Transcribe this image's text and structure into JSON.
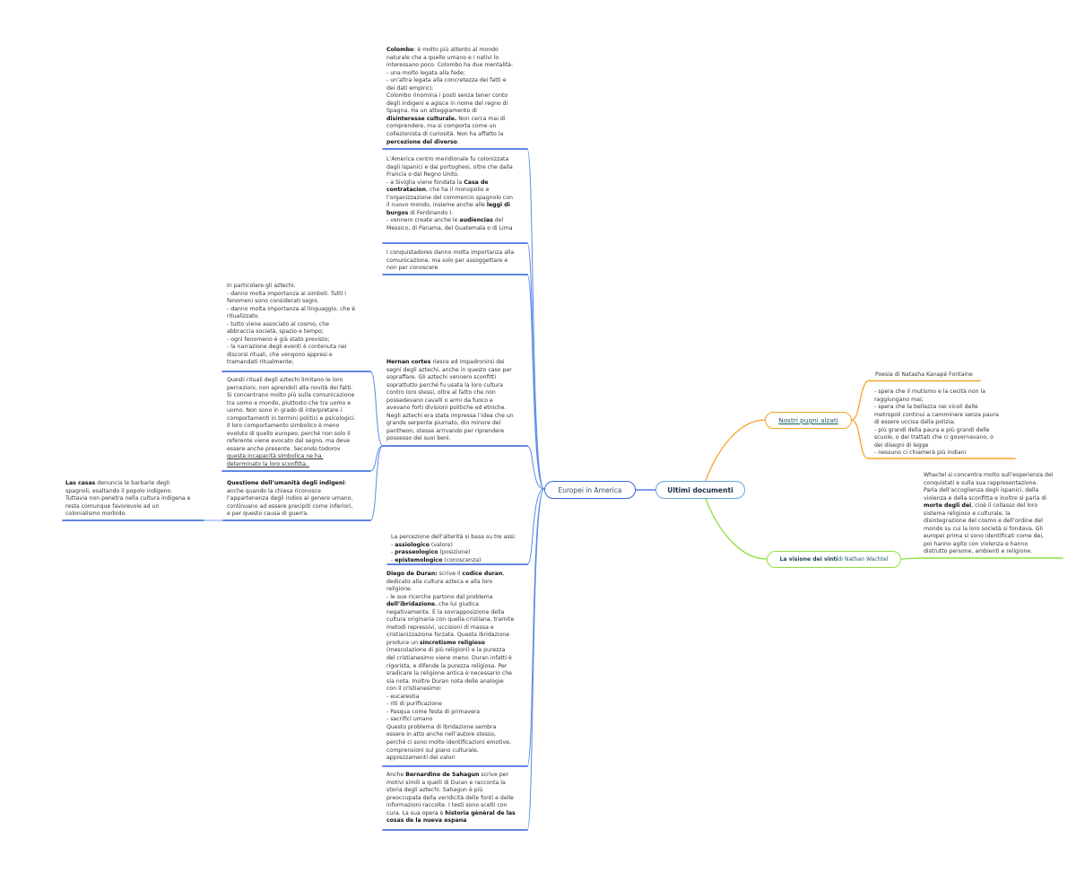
{
  "central_topic": {
    "label": "Ultimi documenti",
    "border_color": "#6aa3dc"
  },
  "branches": {
    "europei": {
      "label": "Europei in America",
      "color": "#3868d8",
      "notes": {
        "colombo": [
          [
            {
              "t": "Colombo",
              "b": 1
            },
            ": è molto più attento al mondo"
          ],
          [
            "naturale che a quello umano e i nativi lo"
          ],
          [
            "interessano poco. Colombo ha due mentalità:"
          ],
          [
            "- una molto legata alla fede;"
          ],
          [
            "- un’altra legata alla concretezza dei fatti e"
          ],
          [
            "dei dati empirici;"
          ],
          [
            "Colombo rinomina i posti senza tener conto"
          ],
          [
            "degli indigeni e agisce in nome del regno di"
          ],
          [
            "Spagna. Ha un atteggiamento di"
          ],
          [
            {
              "t": "disinteresse culturale.",
              "b": 1
            },
            " Non cerca mai di"
          ],
          [
            "comprendere, ma si comporta come un"
          ],
          [
            "collezionista di curiosità. Non ha affatto la"
          ],
          [
            {
              "t": "percezione del diverso",
              "b": 1
            },
            "."
          ]
        ],
        "america": [
          [
            "L’America centro meridionale fu colonizzata"
          ],
          [
            "dagli ispanici e dai portoghesi, oltre che dalla"
          ],
          [
            "Francia o dal Regno Unito."
          ],
          [
            "- a Siviglia viene fondata la ",
            {
              "t": "Casa de",
              "b": 1
            }
          ],
          [
            {
              "t": "contratacion",
              "b": 1
            },
            ", che ha il monopolio e"
          ],
          [
            "l’organizzazione del commercio spagnolo con"
          ],
          [
            "il nuovo mondo, insieme anche alle ",
            {
              "t": "leggi di",
              "b": 1
            }
          ],
          [
            {
              "t": "burgos",
              "b": 1
            },
            " di Ferdinando I."
          ],
          [
            "- vennero create anche le ",
            {
              "t": "audiencias",
              "b": 1
            },
            " del"
          ],
          [
            "Messico, di Panama, del Guatemala o di Lima"
          ]
        ],
        "conquistadores": [
          [
            "I conquistadores danno molta importanza alla"
          ],
          [
            "comunicazione, ma solo per assoggettare e"
          ],
          [
            "non per conoscere"
          ]
        ],
        "hernan": [
          [
            {
              "t": "Hernan cortes",
              "b": 1
            },
            " riesce ad impadronirsi dei"
          ],
          [
            "segni degli aztechi, anche in questo caso per"
          ],
          [
            "sopraffare. Gli aztechi vennero sconfitti"
          ],
          [
            "soprattutto perché fu usata la loro cultura"
          ],
          [
            "contro loro stessi, oltre al fatto che non"
          ],
          [
            "possedevano cavalli o armi da fuoco e"
          ],
          [
            "avevano forti divisioni politiche ed etniche."
          ],
          [
            "Negli aztechi era stata impressa l’idea che un"
          ],
          [
            "grande serpente piumato, dio minore del"
          ],
          [
            "pantheon, stesse arrivando per riprendere"
          ],
          [
            "possesso dei suoi beni."
          ]
        ],
        "particolare": [
          [
            "In particolare gli aztechi:"
          ],
          [
            "- danno molta importanza ai simboli. Tutti i"
          ],
          [
            "fenomeni sono considerati segni."
          ],
          [
            "- danno molta importanza al linguaggio, che è"
          ],
          [
            "ritualizzato."
          ],
          [
            "- tutto viene associato al cosmo, che"
          ],
          [
            "abbraccia società, spazio e tempo;"
          ],
          [
            "- ogni fenomeno è già stato previsto;"
          ],
          [
            "- la narrazione degli eventi è contenuta nei"
          ],
          [
            "discorsi rituali, che vengono appresi e"
          ],
          [
            "tramandati ritualmente;"
          ]
        ],
        "rituali": [
          [
            "Questi rituali degli aztechi limitano le loro"
          ],
          [
            "percezioni, non aprendoli alla novità dei fatti."
          ],
          [
            "Si concentrano molto più sulla comunicazione"
          ],
          [
            "tra uomo e mondo, piuttosto che tra uomo e"
          ],
          [
            "uomo. Non sono in grado di interpretare i"
          ],
          [
            "comportamenti in termini politici e psicologici."
          ],
          [
            "Il loro comportamento simbolico è meno"
          ],
          [
            "evoluto di quello europeo, perché non solo il"
          ],
          [
            "referente viene evocato dal segno, ma deve"
          ],
          [
            "essere anche presente. Secondo todorov"
          ],
          [
            {
              "t": "questa incapacità simbolica ne ha ",
              "u": 1
            }
          ],
          [
            {
              "t": "determinato la loro sconfitta. ",
              "u": 1
            }
          ]
        ],
        "questione": [
          [
            {
              "t": "Questione dell’umanità degli indigeni",
              "b": 1
            },
            ":"
          ],
          [
            "anche quando la chiesa riconosce"
          ],
          [
            "l’appartenenza degli indios al genere umano,"
          ],
          [
            "continuano ad essere precipiti come inferiori,"
          ],
          [
            "e per questo causa di guerra."
          ]
        ],
        "lascasas": [
          [
            {
              "t": "Las casas",
              "b": 1
            },
            " denuncia le barbarie degli"
          ],
          [
            "spagnoli, esaltando il popolo indigeno."
          ],
          [
            "Tuttavia non penetra nella cultura indigena e"
          ],
          [
            "resta comunque favorevole ad un"
          ],
          [
            "colonialismo morbido."
          ]
        ],
        "percezione": [
          [
            "La percezione dell’alterità si basa su tre assi:"
          ],
          [
            "- ",
            {
              "t": "assiologico",
              "b": 1
            },
            " (valore)"
          ],
          [
            "- ",
            {
              "t": "prasseologico",
              "b": 1
            },
            " (posizione)"
          ],
          [
            "- ",
            {
              "t": "epistemologico",
              "b": 1
            },
            " (conoscenza)"
          ]
        ],
        "duran": [
          [
            {
              "t": "Diego de Duran:",
              "b": 1
            },
            " scrive il ",
            {
              "t": "codice duran",
              "b": 1
            },
            ","
          ],
          [
            "dedicato alla cultura azteca e alla loro"
          ],
          [
            "religione."
          ],
          [
            "- le sue ricerche partono dal problema"
          ],
          [
            {
              "t": "dell’ibridazione",
              "b": 1
            },
            ", che lui giudica"
          ],
          [
            "negativamente. È la sovrapposizione della"
          ],
          [
            "cultura originaria con quella cristiana, tramite"
          ],
          [
            "metodi repressivi, uccisioni di massa e"
          ],
          [
            "cristianizzazione forzata. Questa ibridazione"
          ],
          [
            "produce un ",
            {
              "t": "sincretismo religioso",
              "b": 1
            }
          ],
          [
            "(mescolazione di più religioni) e la purezza"
          ],
          [
            "del cristianesimo viene meno. Duran infatti è"
          ],
          [
            "rigorista, e difende la purezza religiosa. Per"
          ],
          [
            "sradicare la religione antica è necessario che"
          ],
          [
            "sia nota. Inoltre Duran nota delle analogie"
          ],
          [
            "con il cristianesimo:"
          ],
          [
            "- eucarestia"
          ],
          [
            "- riti di purificazione"
          ],
          [
            "- Pasqua come festa di primavera"
          ],
          [
            "- sacrifici umano"
          ],
          [
            "Questo problema di ibridazione sembra"
          ],
          [
            "essere in atto anche nell’autore stesso,"
          ],
          [
            "perché ci sono molte identificazioni emotive,"
          ],
          [
            "comprensioni sul piano culturale,"
          ],
          [
            "apprezzamenti dei valori"
          ]
        ],
        "sahagun": [
          [
            "Anche ",
            {
              "t": "Bernardino de Sahagun",
              "b": 1
            },
            " scrive per"
          ],
          [
            "motivi simili a quelli di Duran e racconta la"
          ],
          [
            "storia degli aztechi. Sahagun è più"
          ],
          [
            "preoccupata della veridicità delle fonti e delle"
          ],
          [
            "informazioni raccolte. I testi sono scelti con"
          ],
          [
            "cura. La sua opera è ",
            {
              "t": "historia gènèral de las",
              "b": 1
            }
          ],
          [
            {
              "t": "cosas de la nueva espana",
              "b": 1
            }
          ]
        ]
      }
    },
    "pugni": {
      "label": "Nostri pugni alzati ",
      "color": "#f3a42a",
      "notes": {
        "poesia": [
          [
            "Poesia di Natasha Kanapé Fontaine"
          ]
        ],
        "versi": [
          [
            "- spera che il mutismo e la cecità non la"
          ],
          [
            "raggiungano mai;"
          ],
          [
            "- spera che la bellezza nei vicoli delle"
          ],
          [
            "metropoli continui a camminare senza paura"
          ],
          [
            "di essere uccisa dalla polizia;"
          ],
          [
            "- più grandi della paura e più grandi delle"
          ],
          [
            "scuole, o dei trattati che ci governavano, o"
          ],
          [
            "dei disegni di legge"
          ],
          [
            "- nessuno ci chiamerà più indiani"
          ]
        ]
      }
    },
    "visione": {
      "label_bold": "La visione dei vinti",
      "label_rest": " di Nathan Wachtel",
      "color": "#8ee03f",
      "notes": {
        "whactel": [
          [
            "Whactel si concentra molto sull’esperienza dei"
          ],
          [
            "conquistati e sulla sua rappresentazione."
          ],
          [
            "Parla dell’accoglienza degli ispanici, della"
          ],
          [
            "violenza e della sconfitta e inoltre si parla di"
          ],
          [
            {
              "t": "morte degli dei",
              "b": 1
            },
            ", cioè il collasso del loro"
          ],
          [
            "sistema religioso e culturale, la"
          ],
          [
            "disintegrazione del cosmo e dell’ordine del"
          ],
          [
            "mondo su cui la loro società si fondava. Gli"
          ],
          [
            "europei prima si sono identificati come dei,"
          ],
          [
            "poi hanno agito con violenza e hanno"
          ],
          [
            "distrutto persone, ambienti e religione."
          ]
        ]
      }
    }
  }
}
